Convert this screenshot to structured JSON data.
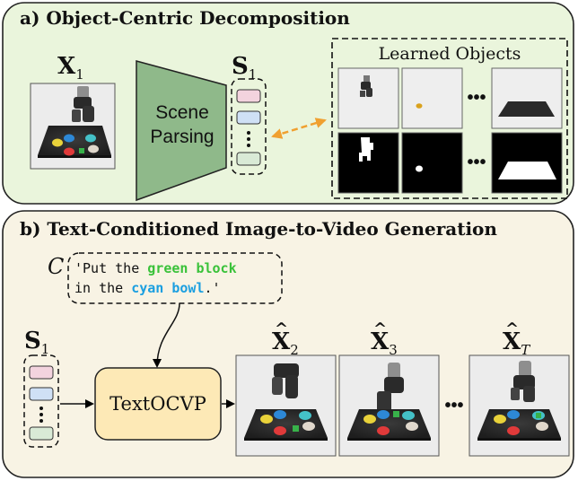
{
  "panel_a": {
    "title": "a) Object-Centric Decomposition",
    "image_label": "X",
    "image_label_sub": "1",
    "encoder_line1": "Scene",
    "encoder_line2": "Parsing",
    "slots_label": "S",
    "slots_label_sub": "1",
    "learned_objects_title": "Learned Objects",
    "ellipsis": "•••",
    "slot_colors": [
      "#f3d3de",
      "#cfe0f5",
      "#d9ead6"
    ]
  },
  "panel_b": {
    "title": "b) Text-Conditioned Image-to-Video Generation",
    "condition_symbol": "C",
    "prompt": {
      "line1_prefix": "'Put the ",
      "line1_highlight": "green block",
      "line2_prefix": "in the ",
      "line2_highlight": "cyan bowl",
      "line2_suffix": ".'",
      "highlight1_color": "#3ac23a",
      "highlight2_color": "#1b9fe0"
    },
    "slots_label": "S",
    "slots_label_sub": "1",
    "model_label": "TextOCVP",
    "frames": [
      {
        "label": "X",
        "sub": "2"
      },
      {
        "label": "X",
        "sub": "3"
      },
      {
        "label": "X",
        "sub": "T"
      }
    ],
    "ellipsis": "•••"
  },
  "colors": {
    "panel_a_bg": "#eaf5dc",
    "panel_b_bg": "#f8f3e4",
    "encoder_fill": "#8fb98a",
    "model_fill": "#fde9b6",
    "arrow_orange": "#f0a030"
  }
}
